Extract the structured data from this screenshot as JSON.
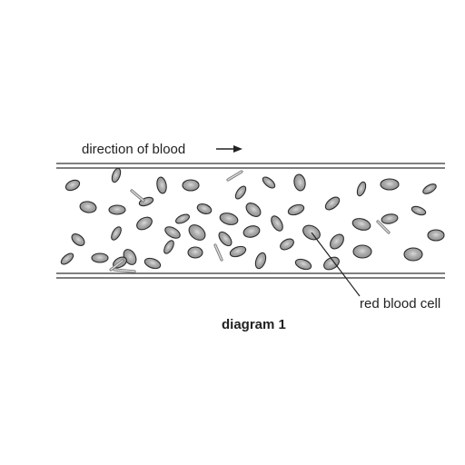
{
  "labels": {
    "flow_direction": "direction of blood",
    "red_blood_cell": "red blood cell",
    "caption": "diagram 1"
  },
  "colors": {
    "cell_fill": "#9a9a9a",
    "cell_stroke": "#2b2b2b",
    "vessel_line": "#333333",
    "background": "#ffffff"
  }
}
